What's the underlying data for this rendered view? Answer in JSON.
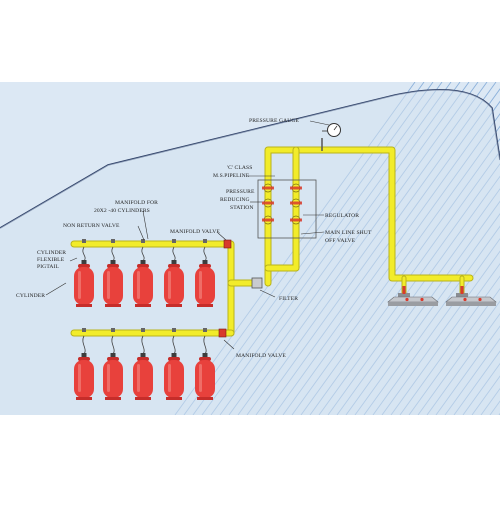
{
  "labels": {
    "pressure_gauge": "PRESSURE GAUGE",
    "c_class_1": "'C' CLASS",
    "c_class_2": "M.S.PIPELINE",
    "prs_1": "PRESSURE",
    "prs_2": "REDUCING",
    "prs_3": "STATION",
    "manifold_for_1": "MANIFOLD FOR",
    "manifold_for_2": "20X2 -40 CYLINDERS",
    "non_return_valve": "NON RETURN VALVE",
    "manifold_valve_top": "MANIFOLD VALVE",
    "pigtail_1": "CYLINDER",
    "pigtail_2": "FLEXIBLE",
    "pigtail_3": "PIGTAIL",
    "cylinder": "CYLINDER",
    "regulator": "REGULATOR",
    "main_line_1": "MAIN LINE SHUT",
    "main_line_2": "OFF VALVE",
    "filter": "FILTER",
    "manifold_valve_bottom": "MANIFOLD VALVE"
  },
  "colors": {
    "pipe": "#f2ec2a",
    "pipe_edge": "#b9b31a",
    "cylinder": "#e8413c",
    "cylinder_dark": "#c62d2a",
    "room_fill": "#d3e2f1",
    "outline": "#2d3f66",
    "stripe": "#6f9ed2",
    "valve": "#d83a2c"
  },
  "diagram": {
    "top_bank_cylinders": 5,
    "bottom_bank_cylinders": 5,
    "burner_groups": 2
  }
}
